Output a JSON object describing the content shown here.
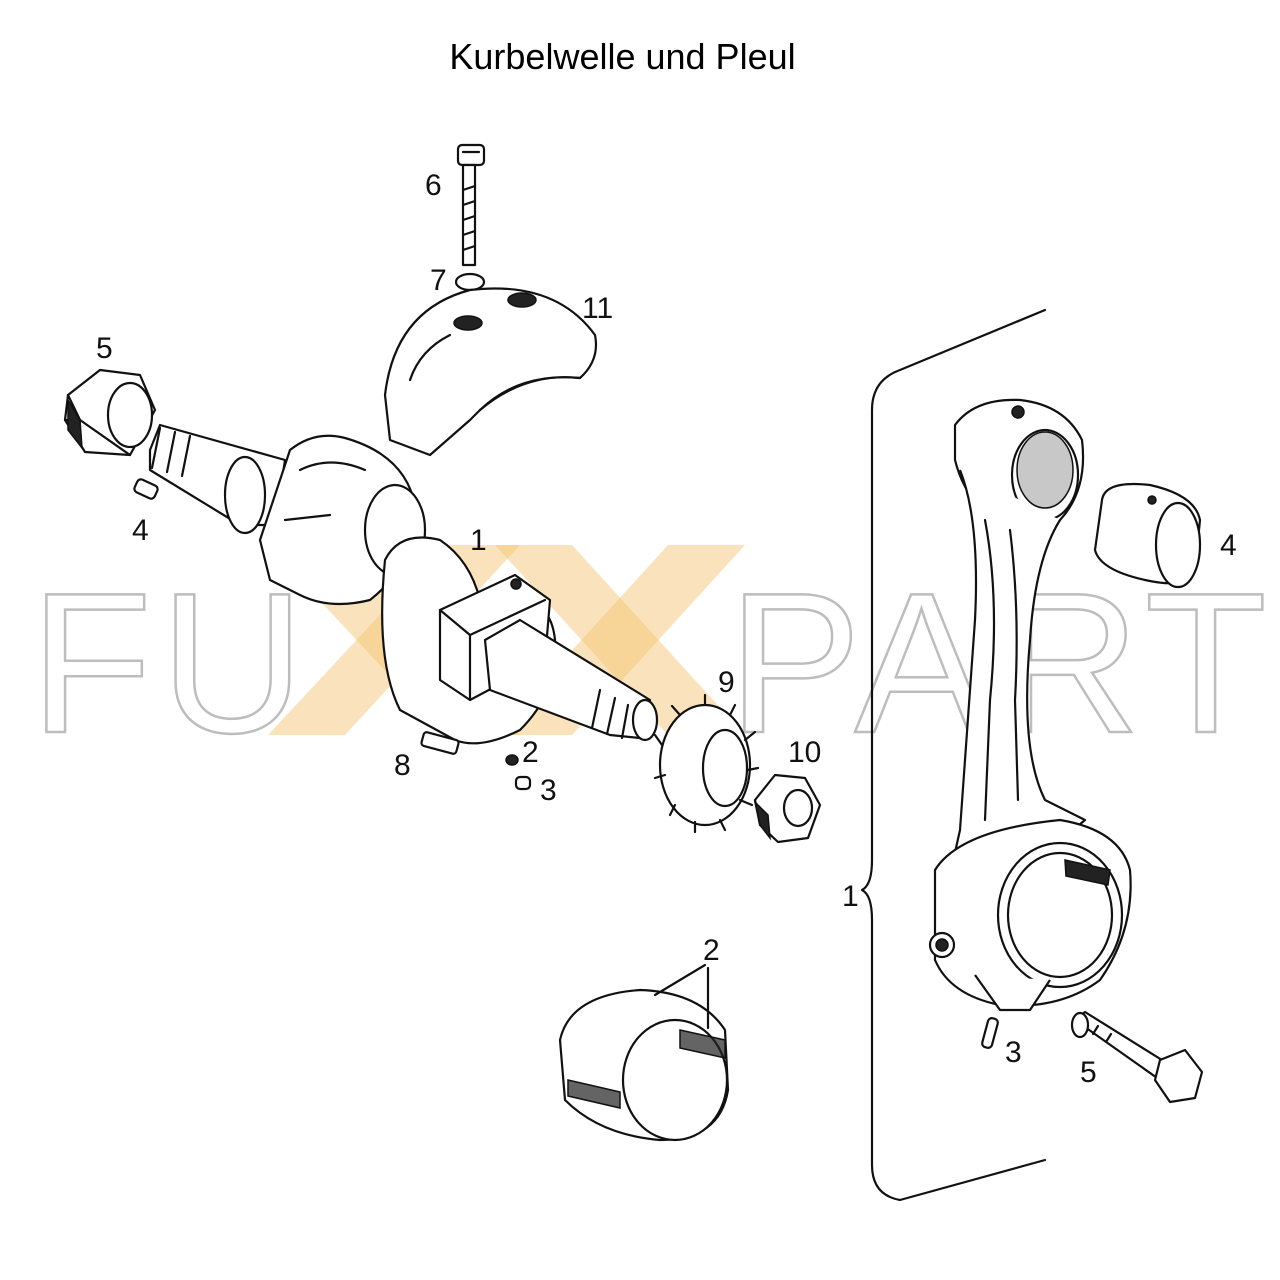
{
  "title": "Kurbelwelle und Pleul",
  "watermark": {
    "left_text": "FU",
    "right_text": "PARTS",
    "accent_color": "#f5c26b",
    "outline_color": "#bdbdbd"
  },
  "labels": {
    "crank_1": "1",
    "crank_2": "2",
    "crank_3": "3",
    "crank_4": "4",
    "crank_5": "5",
    "crank_6": "6",
    "crank_7": "7",
    "crank_8": "8",
    "crank_9": "9",
    "crank_10": "10",
    "crank_11": "11",
    "rod_1": "1",
    "rod_2": "2",
    "rod_3": "3",
    "rod_4": "4",
    "rod_5": "5"
  }
}
